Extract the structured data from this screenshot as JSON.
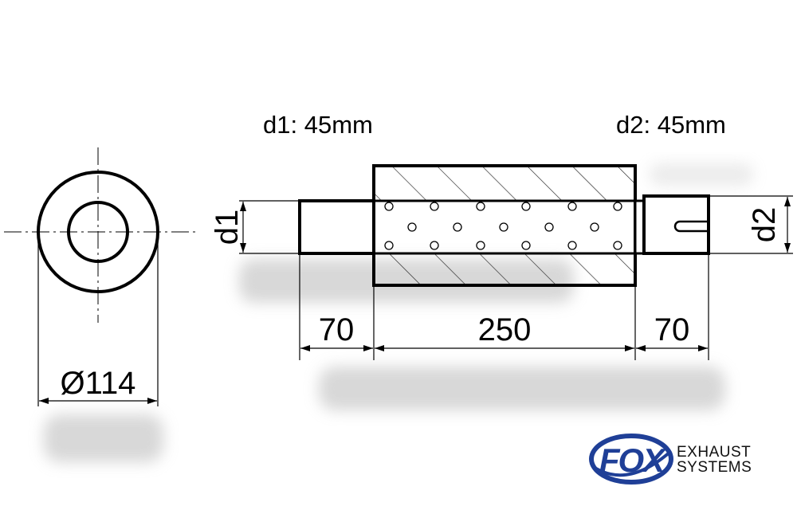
{
  "specs": {
    "d1": "d1: 45mm",
    "d2": "d2: 45mm"
  },
  "dimensions": {
    "diameter": "Ø114",
    "inlet_label": "d1",
    "outlet_label": "d2",
    "inlet_length": "70",
    "body_length": "250",
    "outlet_length": "70"
  },
  "logo": {
    "mark": "FOX",
    "line1": "EXHAUST",
    "line2": "SYSTEMS",
    "brand_color": "#1f3f97"
  }
}
